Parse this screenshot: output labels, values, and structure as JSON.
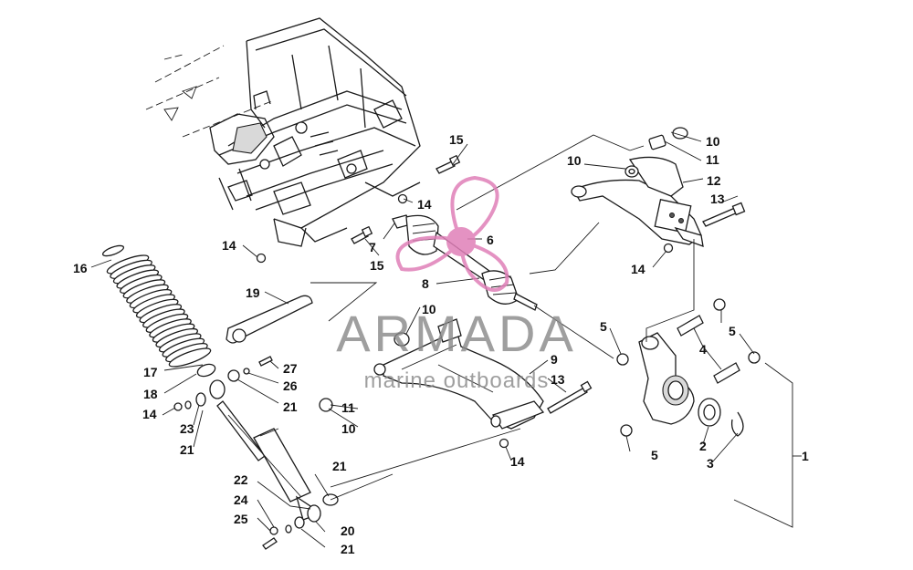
{
  "watermark": {
    "brand": "ARMADA",
    "tagline": "marine outboards",
    "logo_color": "#e07fb8"
  },
  "callouts": {
    "c1": "1",
    "c2": "2",
    "c3": "3",
    "c4": "4",
    "c5a": "5",
    "c5b": "5",
    "c5c": "5",
    "c6": "6",
    "c7": "7",
    "c8": "8",
    "c9": "9",
    "c10a": "10",
    "c10b": "10",
    "c10c": "10",
    "c10d": "10",
    "c11a": "11",
    "c11b": "11",
    "c12": "12",
    "c13a": "13",
    "c13b": "13",
    "c14a": "14",
    "c14b": "14",
    "c14c": "14",
    "c14d": "14",
    "c14e": "14",
    "c15a": "15",
    "c15b": "15",
    "c16": "16",
    "c17": "17",
    "c18": "18",
    "c19": "19",
    "c20": "20",
    "c21a": "21",
    "c21b": "21",
    "c21c": "21",
    "c21d": "21",
    "c22": "22",
    "c23": "23",
    "c24": "24",
    "c25": "25",
    "c26": "26",
    "c27": "27"
  }
}
